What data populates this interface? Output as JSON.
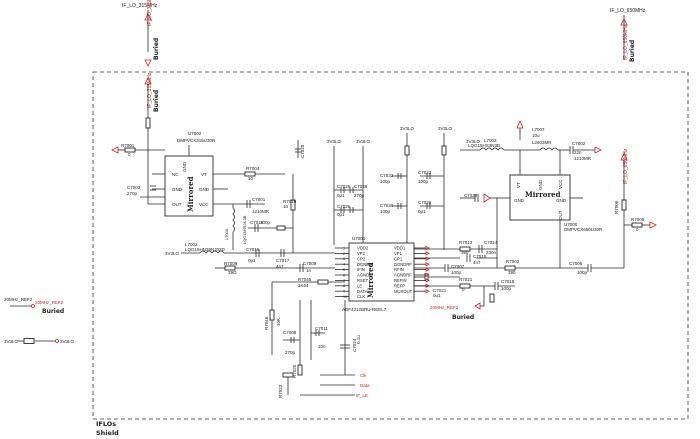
{
  "top_labels": {
    "left_net": "IF_LO_315MHz",
    "right_net": "IF_LO_650MHz",
    "buried": "Buried"
  },
  "shield": {
    "name": "IFLOs",
    "type": "Shield"
  },
  "left_legend": {
    "ref_net_1": "20MHz_REF2",
    "ref_net_2": "20MHz_REF2",
    "buried": "Buried",
    "supply_1": "3V3LO",
    "supply_2": "3V3LO"
  },
  "vco_left": {
    "ref": "U7002",
    "part": "DMPVCX315U30R",
    "mirror": "Mirrored",
    "pins": {
      "nc": "NC",
      "gnd1": "GND",
      "out": "OUT",
      "gnd2": "GND",
      "vt": "VT",
      "gnd3": "GND",
      "vcc": "VCC"
    }
  },
  "vco_right": {
    "ref": "U7000",
    "part": "DMPVCX650U30R",
    "mirror": "Mirrored",
    "pins": {
      "vt": "VT",
      "gnd1": "GND",
      "vcc": "VCC",
      "gnd2": "GND",
      "gnd3": "GND",
      "out": "OUT"
    }
  },
  "pll": {
    "ref": "U7001",
    "part": "ADF4212BRU-REEL7",
    "mirror": "Mirrored",
    "left_pins": [
      "VDD2",
      "VP2",
      "CP2",
      "DGNDIF",
      "IFIN",
      "AGNDIF",
      "RSET",
      "LE",
      "DATA",
      "CLK"
    ],
    "right_pins": [
      "VDD1",
      "VP1",
      "CP1",
      "DGNDRF",
      "RFIN",
      "AGNDRF",
      "REFIN",
      "REFP",
      "MUXOUT"
    ],
    "left_nums": [
      "1",
      "2",
      "3",
      "4",
      "5",
      "6",
      "7",
      "8",
      "9",
      "10"
    ]
  },
  "parts": {
    "r7001": "R7001",
    "r7001v": "0",
    "c7003": "C7003",
    "c7003v": "270p",
    "l7002": "L7002",
    "l7002v": "LQG15HN39NJ02D",
    "r7004": "R7004",
    "r7004v": "10",
    "c7001": "C7001",
    "c7001v": "1210MR",
    "l7000": "L7000",
    "l7000v": "LQG15HS3N3B",
    "c7019": "C7019",
    "c7019v": "100p",
    "c7016": "C7016",
    "c7016v": "0p1",
    "r7010": "R7010",
    "r7010v": "10",
    "r7009": "R7009",
    "r7009v": "39O",
    "c7017": "C7017",
    "c7017v": "4n7",
    "c7009": "C7009",
    "c7009v": "1n",
    "r7045": "R7045",
    "r7045v": "1K64",
    "c7020": "C7020",
    "c7020v": "270p",
    "c7036": "C7036",
    "c7036v": "270p",
    "c7025": "C7025",
    "c7025v": "0p1",
    "c7026": "C7026",
    "c7026v": "0p1",
    "c7032": "C7032",
    "c7032v": "100p",
    "c7033": "C7033",
    "c7033v": "100p",
    "c7030": "C7030",
    "c7030v": "100p",
    "c7028": "C7028",
    "c7028v": "0p1",
    "l7003": "L7003",
    "l7003v": "LQG15HS3N3B",
    "l7007": "L7007",
    "l7007v": "10u",
    "l7007b": "L2603MR",
    "c7002": "C7002",
    "c7002v": "22n",
    "c7002b": "1210MR",
    "r7012": "R7012",
    "r7012v": "10",
    "r7013": "R7013",
    "r7013v": "390",
    "c7014": "C7014",
    "c7014v": "330n",
    "c7015": "C7015",
    "c7015v": "4n7",
    "c7007": "C7007",
    "c7007v": "100p",
    "r7002": "R7002",
    "r7002v": "390",
    "c7006": "C7006",
    "c7006v": "100p",
    "r7021": "R7021",
    "r7021v": "0",
    "c7018": "C7018",
    "c7018v": "100p",
    "r7005": "R7005",
    "r7005v": "0",
    "r7006": "R7006",
    "r7006v": "0",
    "r7003": "R7003",
    "r7003v": "0",
    "r7046": "R7046",
    "r7046v": "10K",
    "c7008": "C7008",
    "c7008v": "270p",
    "c7011": "C7011",
    "c7011v": "10n",
    "c7024": "C7024",
    "c7024v": "0.1u",
    "r7020": "R7020",
    "r7020v": "0",
    "r7022": "R7022",
    "r7022v": "10K",
    "c7021": "C7021",
    "c7021v": "0u1"
  },
  "supplies": {
    "s1": "3V3LO",
    "s2": "3V3LO",
    "s3": "3V3LO",
    "s4": "3V3LO",
    "s5": "3V3LO",
    "s6": "3V3LO"
  },
  "nets": {
    "left_vertical": "IF_LO_315MHz",
    "right_vertical": "IF_LO_650MHz",
    "ref_in": "20MHz_REF2",
    "ref_buried": "Buried",
    "clk": "Clk",
    "data": "Data",
    "le": "IF_LE"
  },
  "colors": {
    "wire": "#2a2a2a",
    "net_red": "#d21e1e",
    "background": "#ffffff"
  }
}
